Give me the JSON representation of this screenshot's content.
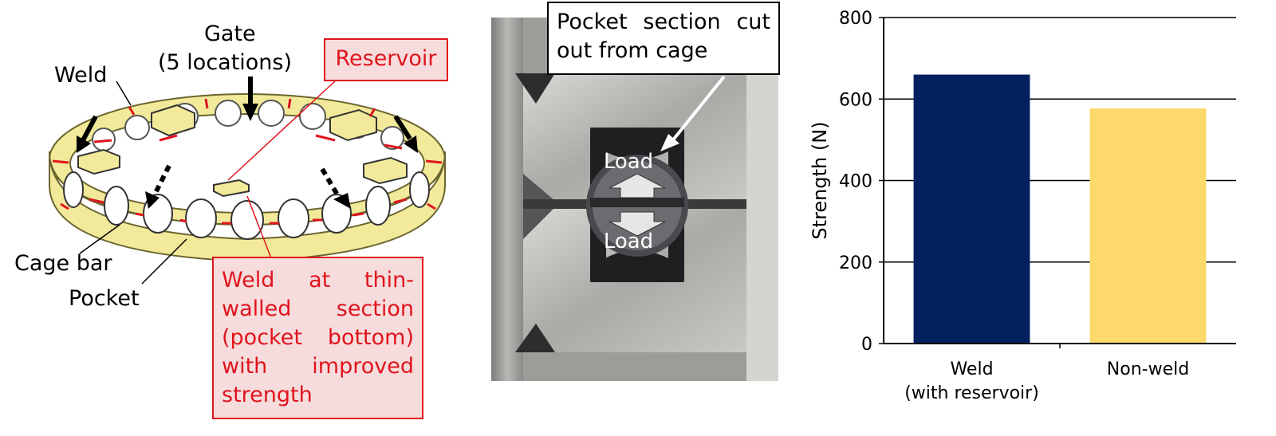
{
  "cage_diagram": {
    "gate_line1": "Gate",
    "gate_line2": "(5 locations)",
    "weld_label": "Weld",
    "reservoir_label": "Reservoir",
    "cage_bar_label": "Cage bar",
    "pocket_label": "Pocket",
    "weld_box_lines": [
      [
        "Weld",
        "at",
        "thin-"
      ],
      [
        "walled",
        "section"
      ],
      [
        "(pocket",
        "bottom)"
      ],
      [
        "with",
        "improved"
      ],
      [
        "strength"
      ]
    ],
    "colors": {
      "cage": "#f2ea9a",
      "weld_line": "#e0141e",
      "callout_fill": "#f6dcdc"
    }
  },
  "photo": {
    "callout_line1": [
      "Pocket",
      "section",
      "cut"
    ],
    "callout_line2": "out from cage",
    "load_top": "Load",
    "load_bottom": "Load"
  },
  "chart_data": {
    "type": "bar",
    "categories": [
      "Weld\n(with reservoir)",
      "Non-weld"
    ],
    "category_lines": [
      [
        "Weld",
        "(with reservoir)"
      ],
      [
        "Non-weld"
      ]
    ],
    "values": [
      660,
      577
    ],
    "colors": [
      "#03205f",
      "#fcd96a"
    ],
    "ylabel": "Strength (N)",
    "ylim": [
      0,
      800
    ],
    "yticks": [
      0,
      200,
      400,
      600,
      800
    ],
    "grid": true
  }
}
